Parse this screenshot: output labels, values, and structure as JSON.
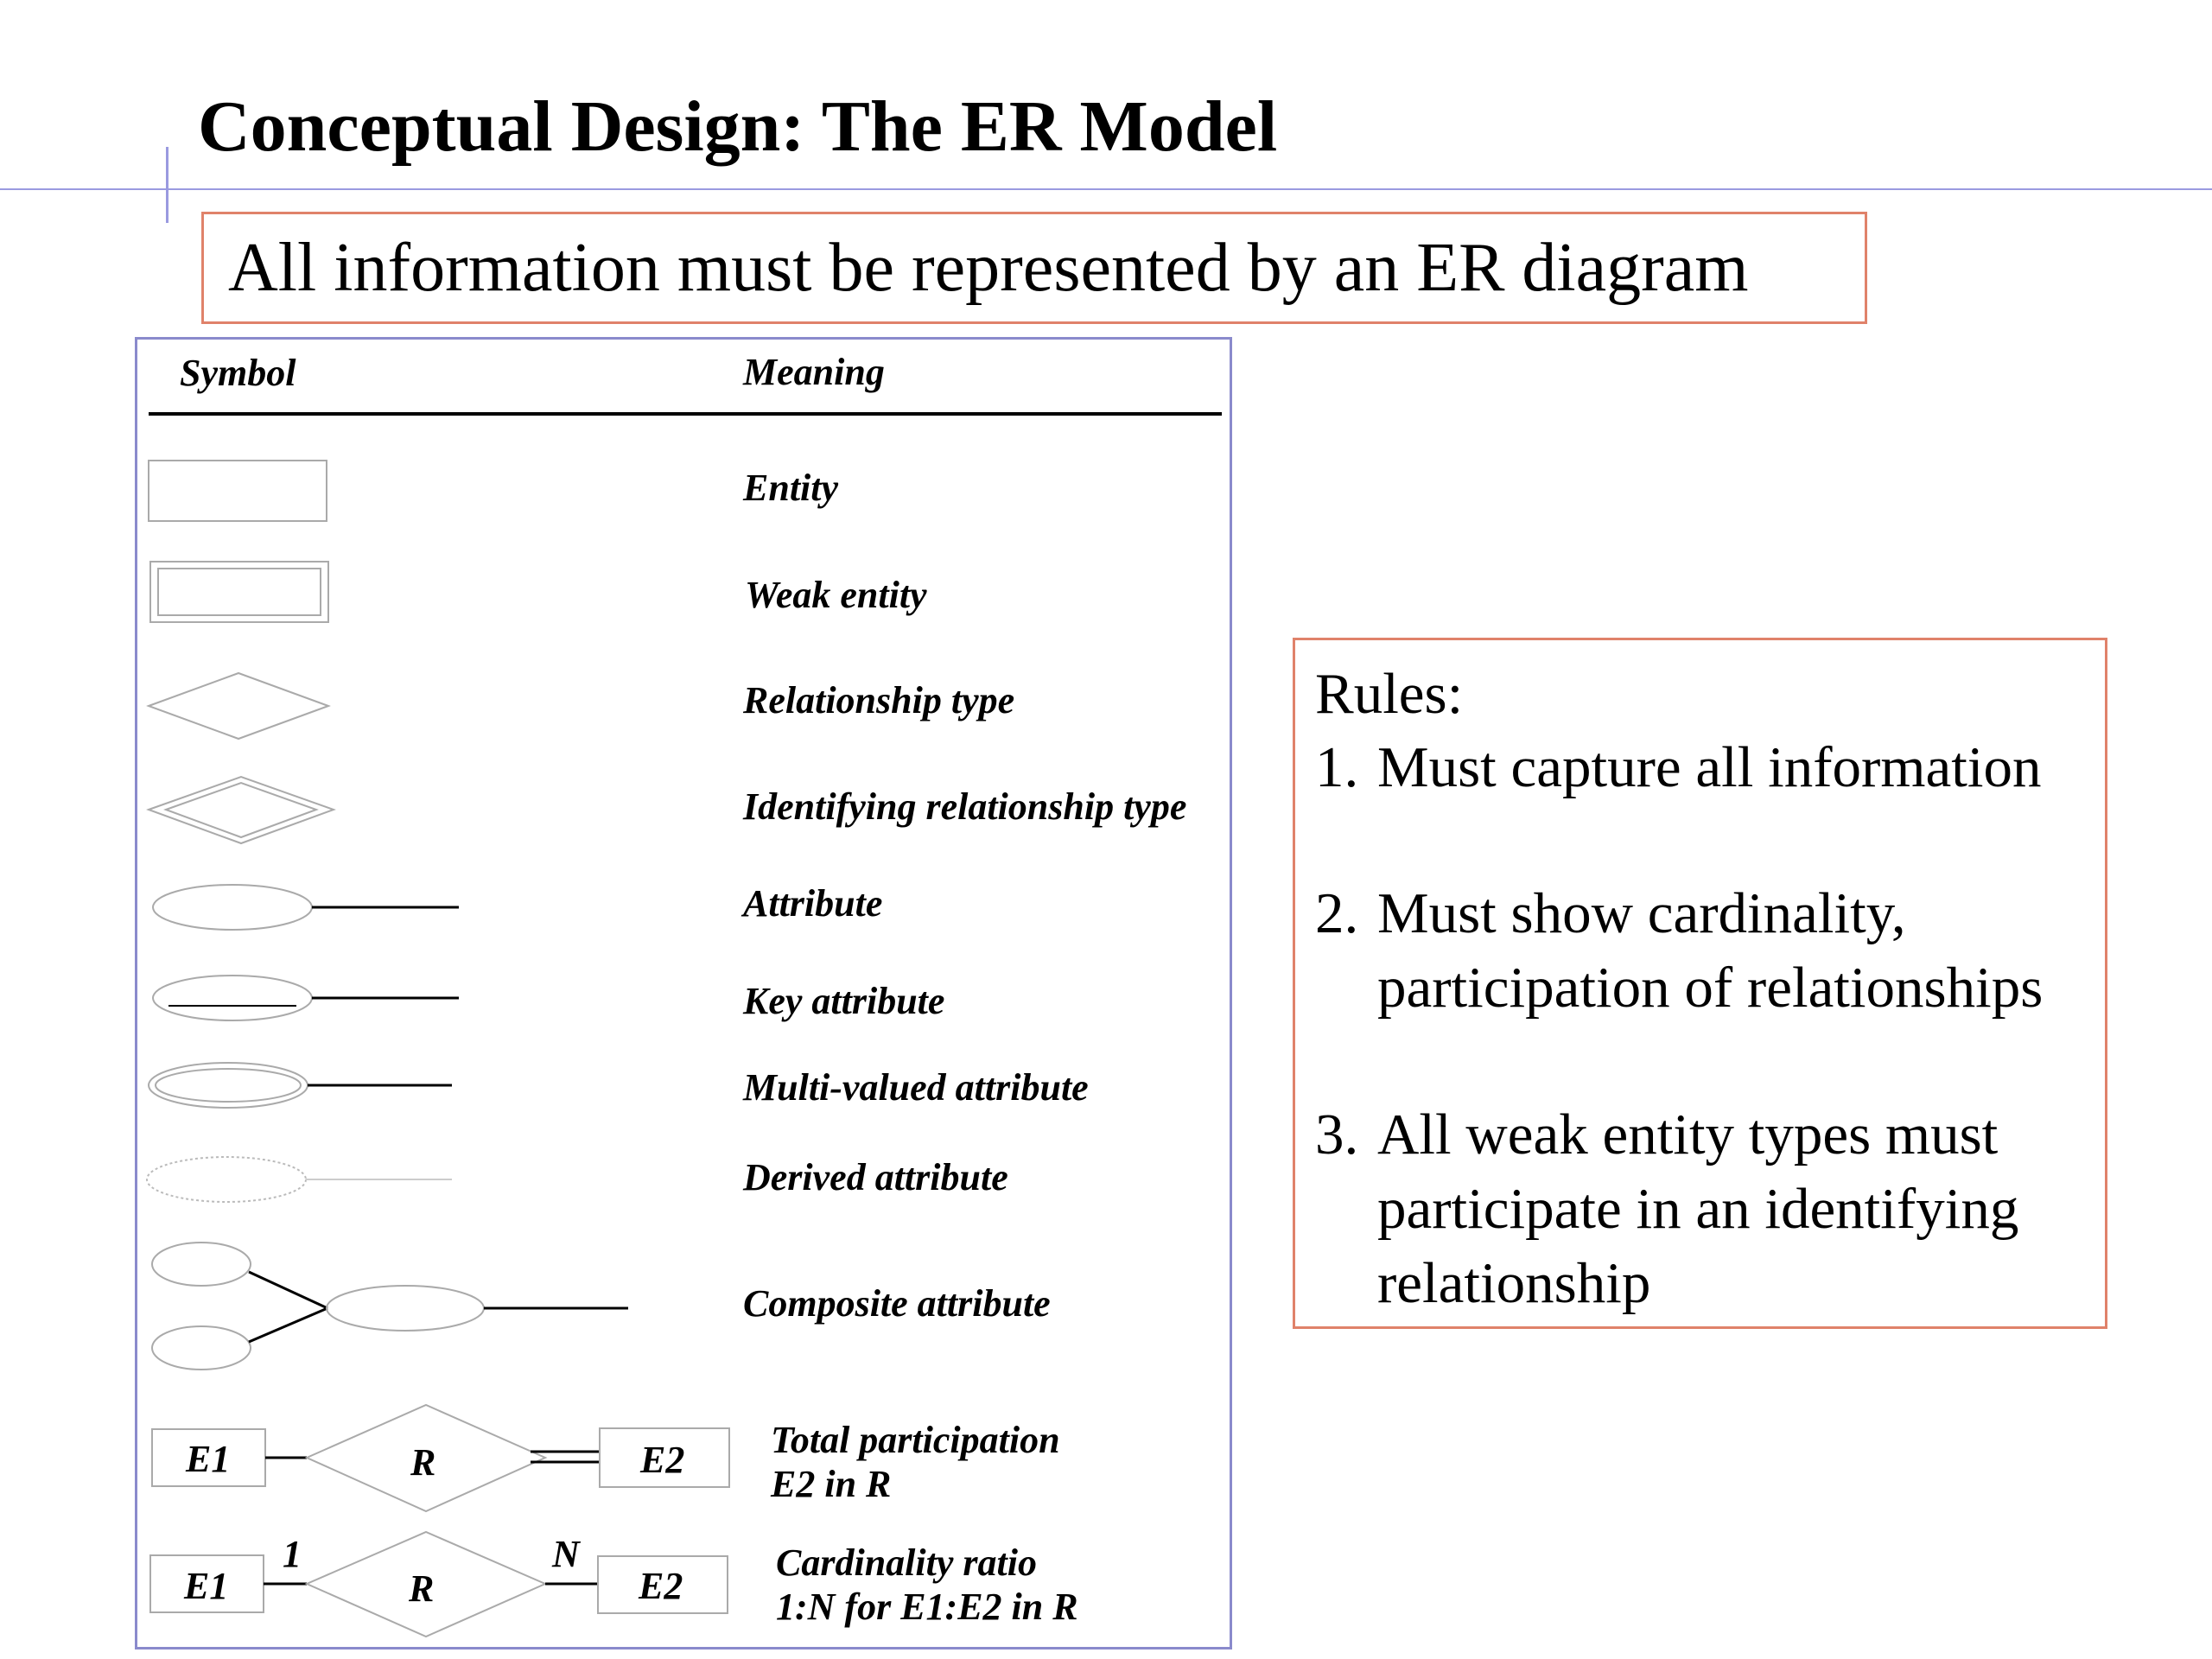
{
  "slide": {
    "title": "Conceptual Design: The ER Model",
    "banner": "All information must be represented by an ER diagram"
  },
  "legend": {
    "header_symbol": "Symbol",
    "header_meaning": "Meaning",
    "rows": [
      {
        "symbol": "rectangle",
        "meaning": "Entity"
      },
      {
        "symbol": "double-rectangle",
        "meaning": "Weak entity"
      },
      {
        "symbol": "diamond",
        "meaning": "Relationship type"
      },
      {
        "symbol": "double-diamond",
        "meaning": "Identifying relationship type"
      },
      {
        "symbol": "ellipse-with-line",
        "meaning": "Attribute"
      },
      {
        "symbol": "underlined-ellipse-with-line",
        "meaning": "Key attribute"
      },
      {
        "symbol": "double-ellipse-with-line",
        "meaning": "Multi-valued attribute"
      },
      {
        "symbol": "dashed-ellipse-with-line",
        "meaning": "Derived attribute"
      },
      {
        "symbol": "composite-ellipses",
        "meaning": "Composite attribute"
      }
    ],
    "total_participation": {
      "e1": "E1",
      "r": "R",
      "e2": "E2",
      "meaning_line1": "Total participation",
      "meaning_line2": "E2 in R"
    },
    "cardinality": {
      "e1": "E1",
      "r": "R",
      "e2": "E2",
      "label_1": "1",
      "label_n": "N",
      "meaning_line1": "Cardinality ratio",
      "meaning_line2": "1:N for E1:E2 in R"
    }
  },
  "rules": {
    "heading": "Rules:",
    "items": [
      {
        "number": "1.",
        "lines": [
          "Must capture all information"
        ]
      },
      {
        "number": "2.",
        "lines": [
          "Must show cardinality,",
          "participation of relationships"
        ]
      },
      {
        "number": "3.",
        "lines": [
          "All weak entity types must",
          "participate in an identifying",
          "relationship"
        ]
      }
    ]
  },
  "colors": {
    "accent_box_border": "#e0826a",
    "panel_border": "#8a8acc",
    "decor_line": "#9a9ae0"
  }
}
